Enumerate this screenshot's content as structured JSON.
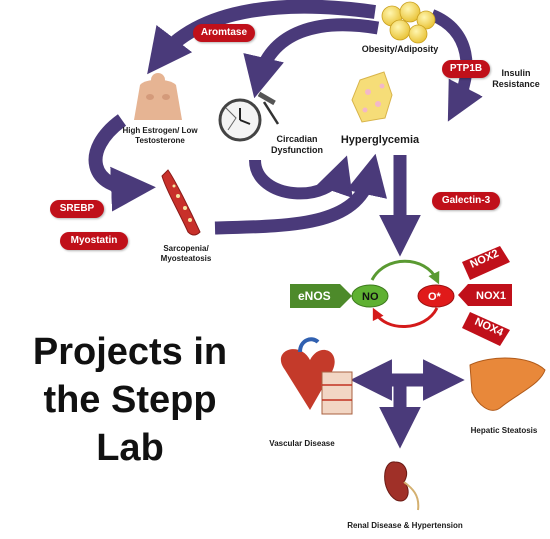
{
  "nodes": {
    "obesity": "Obesity/Adiposity",
    "insulin": "Insulin Resistance",
    "estrogen": "High Estrogen/ Low Testosterone",
    "circadian": "Circadian Dysfunction",
    "hyperglycemia": "Hyperglycemia",
    "sarcopenia": "Sarcopenia/ Myosteatosis",
    "vascular": "Vascular Disease",
    "hepatic": "Hepatic Steatosis",
    "renal": "Renal Disease & Hypertension"
  },
  "mediators": {
    "aromtase": "Aromtase",
    "ptp1b": "PTP1B",
    "srebp": "SREBP",
    "myostatin": "Myostatin",
    "galectin": "Galectin-3"
  },
  "redox": {
    "enos": "eNOS",
    "no": "NO",
    "superoxide": "O*",
    "nox2": "NOX2",
    "nox1": "NOX1",
    "nox4": "NOX4"
  },
  "title": {
    "line1": "Projects in",
    "line2": "the Stepp",
    "line3": "Lab"
  },
  "colors": {
    "arrow": "#4a3a7a",
    "red_pill": "#c0101a",
    "green": "#5a9a32",
    "red": "#d41a1a"
  }
}
